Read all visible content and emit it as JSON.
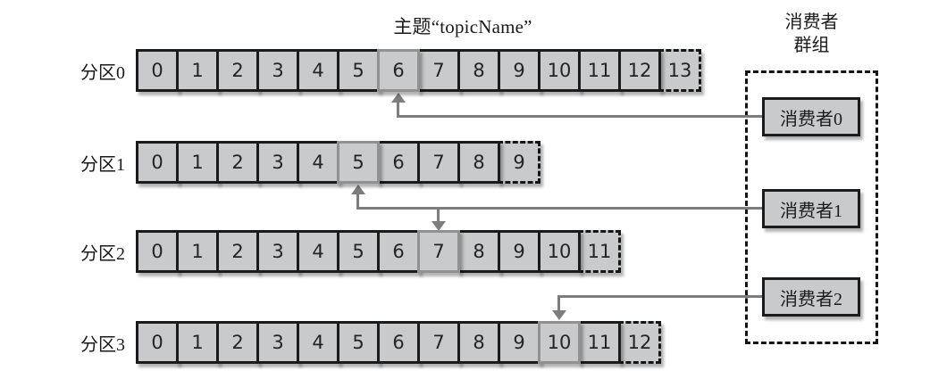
{
  "title": "主题“topicName”",
  "consumer_group": {
    "label_line1": "消费者",
    "label_line2": "群组",
    "consumers": [
      {
        "label": "消费者0"
      },
      {
        "label": "消费者1"
      },
      {
        "label": "消费者2"
      }
    ]
  },
  "partitions": [
    {
      "label": "分区0",
      "cells": [
        "0",
        "1",
        "2",
        "3",
        "4",
        "5",
        "6",
        "7",
        "8",
        "9",
        "10",
        "11",
        "12",
        "13"
      ],
      "highlight_index": 6,
      "dashed_index": 13
    },
    {
      "label": "分区1",
      "cells": [
        "0",
        "1",
        "2",
        "3",
        "4",
        "5",
        "6",
        "7",
        "8",
        "9"
      ],
      "highlight_index": 5,
      "dashed_index": 9
    },
    {
      "label": "分区2",
      "cells": [
        "0",
        "1",
        "2",
        "3",
        "4",
        "5",
        "6",
        "7",
        "8",
        "9",
        "10",
        "11"
      ],
      "highlight_index": 7,
      "dashed_index": 11
    },
    {
      "label": "分区3",
      "cells": [
        "0",
        "1",
        "2",
        "3",
        "4",
        "5",
        "6",
        "7",
        "8",
        "9",
        "10",
        "11",
        "12"
      ],
      "highlight_index": 10,
      "dashed_index": 12
    }
  ],
  "colors": {
    "cell_fill": "#c9cacb",
    "cell_border": "#1b1b1b",
    "highlight_border": "#919191",
    "connector": "#7d7d7d",
    "background": "#ffffff"
  }
}
